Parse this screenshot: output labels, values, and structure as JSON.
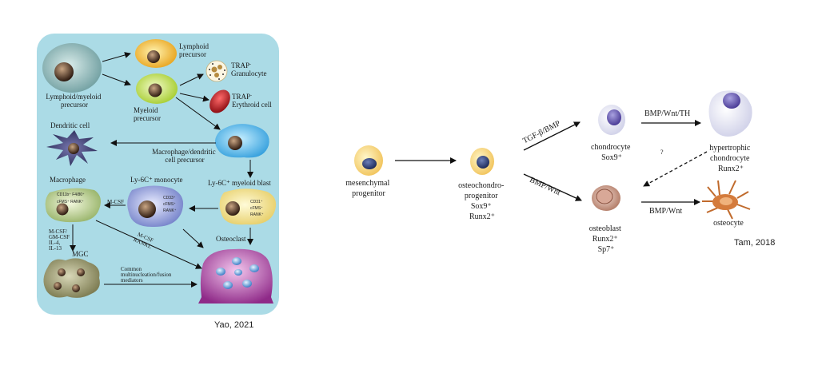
{
  "left_panel": {
    "citation": "Yao, 2021",
    "cells": {
      "lymphoid_myeloid": [
        "Lymphoid/myeloid",
        "precursor"
      ],
      "lymphoid": [
        "Lymphoid",
        "precursor"
      ],
      "myeloid": [
        "Myeloid",
        "precursor"
      ],
      "granulocyte": [
        "TRAP",
        "Granulocyte"
      ],
      "erythroid": [
        "TRAP",
        "Erythroid cell"
      ],
      "dendritic": "Dendritic cell",
      "mac_dc": [
        "Macrophage/dendritic",
        "cell precursor"
      ],
      "myeloid_blast": "Ly-6C⁺ myeloid blast",
      "monocyte": "Ly-6C⁺ monocyte",
      "macrophage": "Macrophage",
      "mgc": "MGC",
      "osteoclast": "Osteoclast"
    },
    "markers": {
      "macrophage": [
        "CD11b⁺ F4/80⁺",
        "cFMS⁺ RANK⁺"
      ],
      "monocyte": [
        "CD33⁺",
        "cFMS⁺",
        "RANK⁺"
      ],
      "blast": [
        "CD31⁺",
        "cFMS⁺",
        "RANK⁺"
      ]
    },
    "arrow_labels": {
      "mcsf": "M-CSF",
      "mcsf_rankl": [
        "M-CSF",
        "RANKL"
      ],
      "cytokines": [
        "M-CSF/",
        "GM-CSF",
        "IL-4,",
        "IL-13"
      ],
      "fusion": [
        "Common",
        "multinucleation/fusion",
        "mediators"
      ]
    }
  },
  "right_panel": {
    "citation": "Tam, 2018",
    "nodes": {
      "mesenchymal": [
        "mesenchymal",
        "progenitor"
      ],
      "osteochondro": [
        "osteochondro-",
        "progenitor",
        "Sox9⁺",
        "Runx2⁺"
      ],
      "chondrocyte": [
        "chondrocyte",
        "Sox9⁺"
      ],
      "hypertrophic": [
        "hypertrophic",
        "chondrocyte",
        "Runx2⁺"
      ],
      "osteoblast": [
        "osteoblast",
        "Runx2⁺",
        "Sp7⁺"
      ],
      "osteocyte": "osteocyte"
    },
    "arrow_labels": {
      "tgf": "TGF-β/BMP",
      "bmp_wnt_1": "BMP/Wnt",
      "bmp_wnt_th": "BMP/Wnt/TH",
      "bmp_wnt_2": "BMP/Wnt",
      "question": "?"
    }
  },
  "colors": {
    "panel_bg": "#abdbe6",
    "dendritic": "#3d3d74",
    "erythroid": "#c0141c",
    "osteoclast": "#9e3a98",
    "osteocyte": "#d47b3c"
  }
}
